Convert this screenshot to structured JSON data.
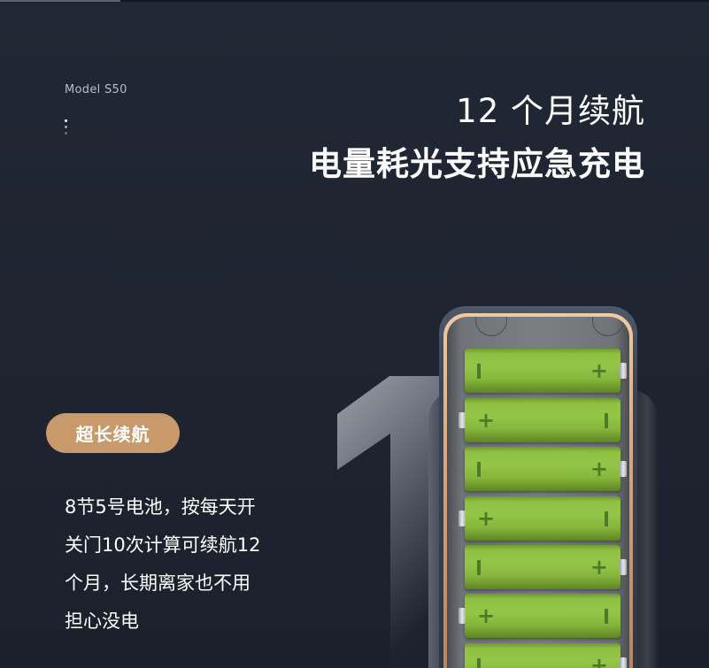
{
  "header": {
    "model_label": "Model  S50",
    "pagination_dots": 3
  },
  "headline": {
    "line1": "12 个月续航",
    "line2": "电量耗光支持应急充电"
  },
  "feature": {
    "badge": "超长续航",
    "description_lines": [
      "8节5号电池，按每天开",
      "关门10次计算可续航12",
      "个月，长期离家也不用",
      "担心没电"
    ]
  },
  "graphic": {
    "big_numeral": "1",
    "device": "battery-compartment",
    "battery_count_visible": 7,
    "battery_signs": {
      "plus": "+",
      "minus": "−"
    }
  },
  "colors": {
    "background": "#1e2532",
    "badge": "#c8996b",
    "battery_green": "#8fc043",
    "rim_gold": "#e0b088"
  }
}
